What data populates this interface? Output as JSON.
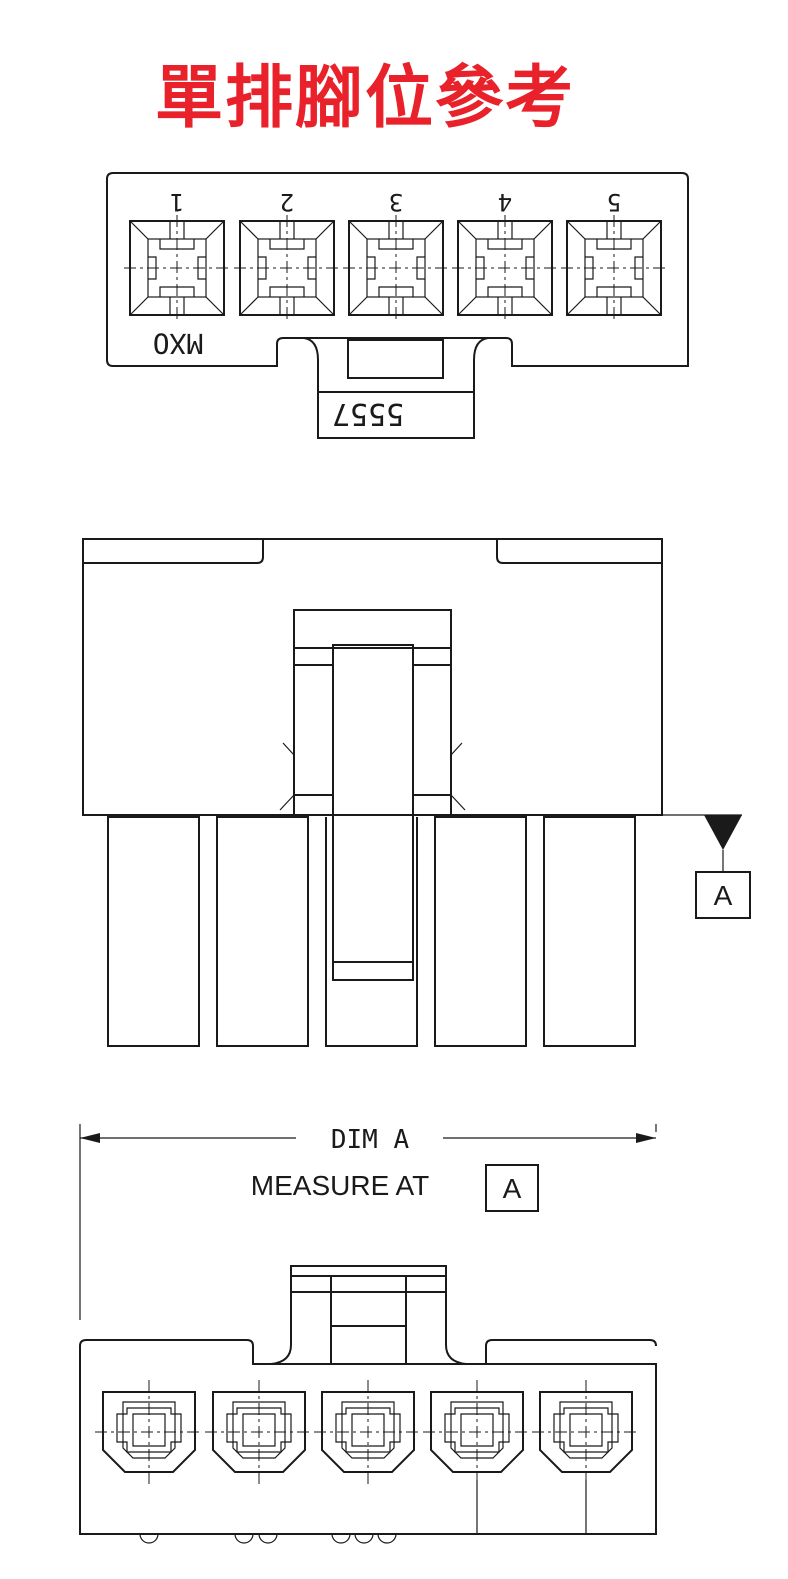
{
  "title": "單排腳位參考",
  "front_view": {
    "pin_numbers": [
      "1",
      "2",
      "3",
      "4",
      "5"
    ],
    "brand_mark": "MXO",
    "part_number": "5557"
  },
  "side_view": {
    "datum_letter": "A"
  },
  "bottom_view": {
    "dimension_label": "DIM A",
    "measure_text": "MEASURE AT",
    "measure_datum": "A"
  }
}
